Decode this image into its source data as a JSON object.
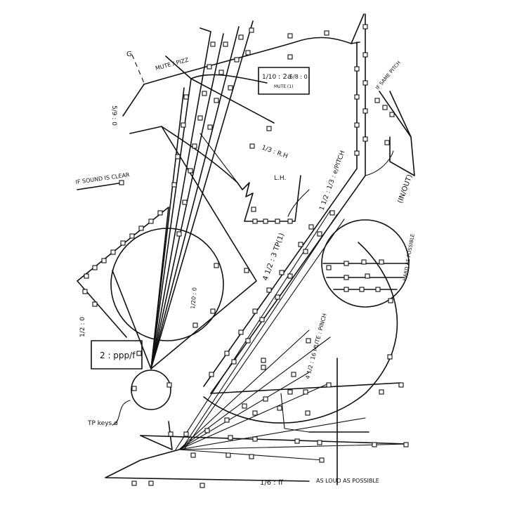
{
  "score": {
    "labels": {
      "mute_pizz": "MUTE / PIZZ",
      "g": "G",
      "five_nine": "5/9 : 0",
      "box_top_frac": "1/10",
      "box_top_rest": ": 2a",
      "box_top_mute": "MUTE (1)",
      "box_top_tail": "5/8 : 0",
      "if_same_pitch": "IF SAME PITCH",
      "frac_rh": "1/3 : R.H",
      "lh": "L.H.",
      "if_sound_clear": "IF SOUND IS CLEAR",
      "pitch_mark": "1 1/2 : 1/3 : e/PITCH",
      "in_out": "(IN/OUT)",
      "tp_mark": "4 1/2 : 3 TP(1)",
      "hard_as_possible": "HARD AS POSSIBLE",
      "circle_ratio": "1/20 : 0",
      "one_two": "1/2 : 0",
      "box_dyn": "2 : ppp/f",
      "mute_pinch": "4 1/2 : 16 MUTE : PINCH",
      "tp_keys": "TP keys d",
      "sixth_ff": "1/6 : ff",
      "as_loud": "AS LOUD AS POSSIBLE"
    }
  }
}
